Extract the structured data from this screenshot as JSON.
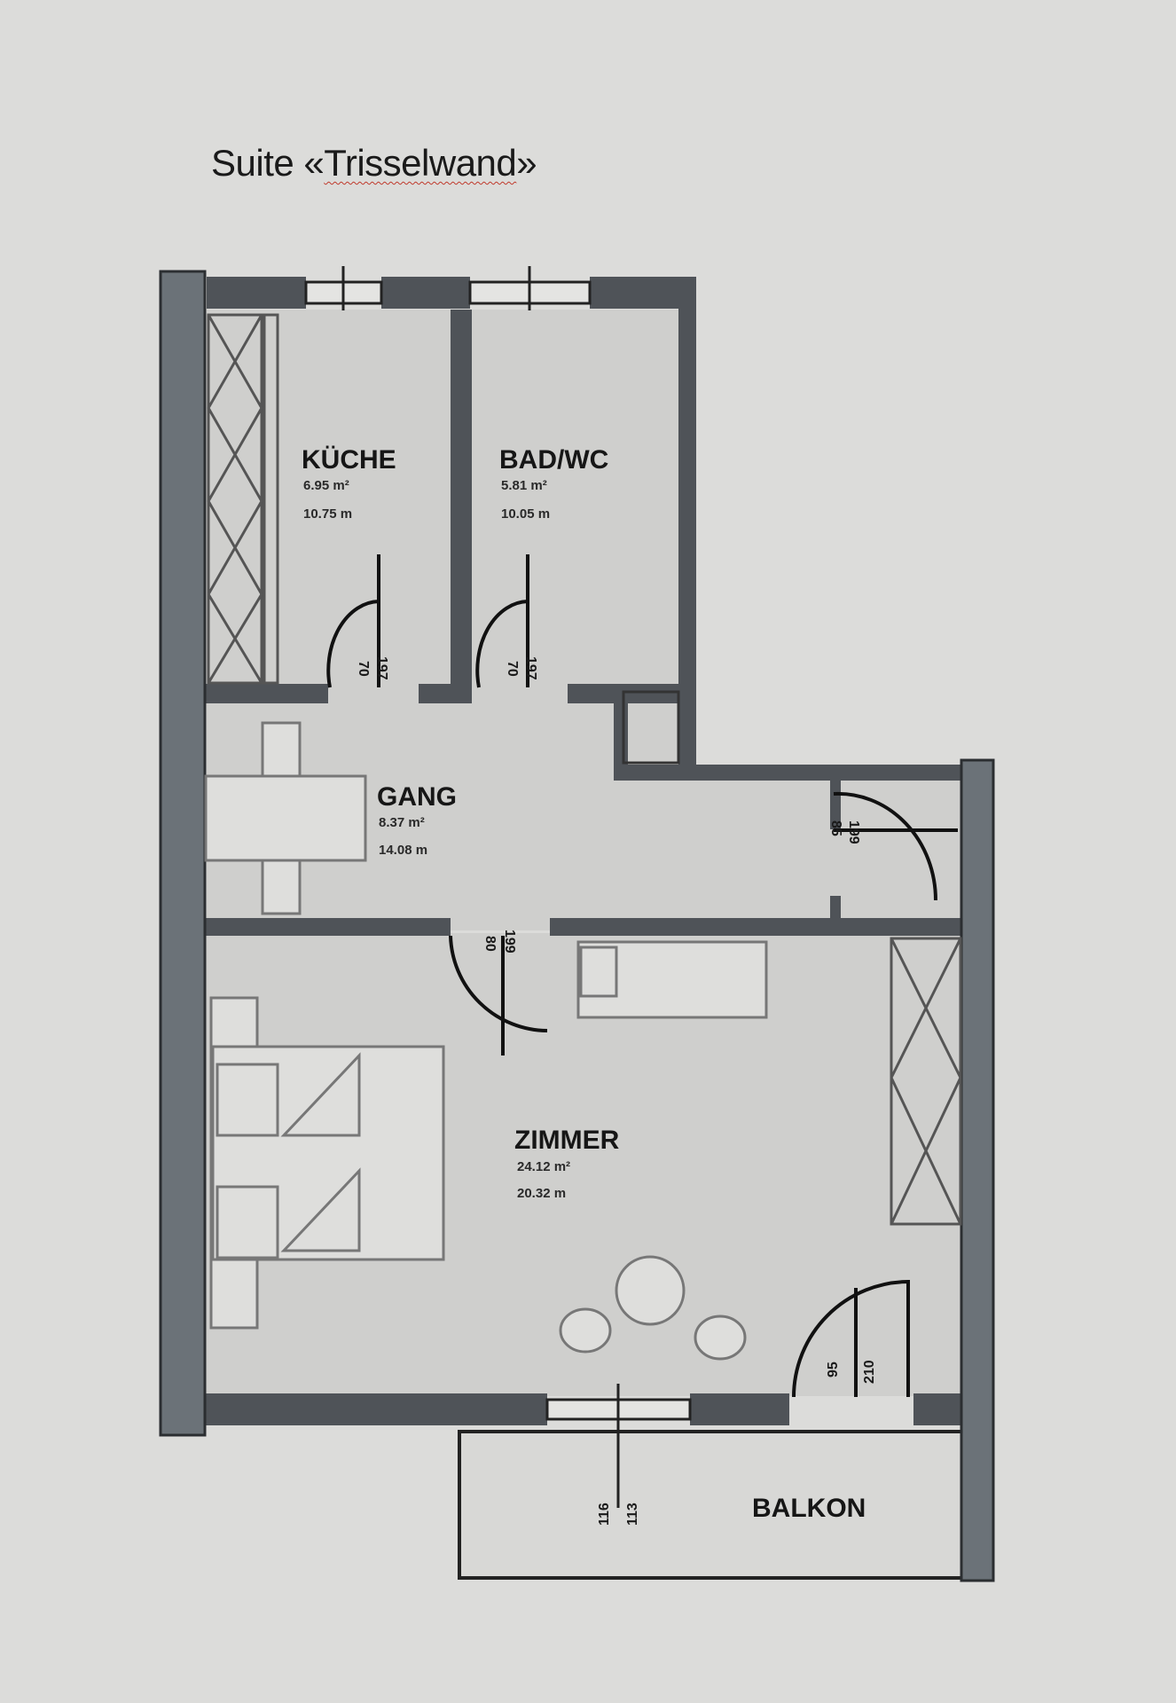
{
  "title": {
    "prefix": "Suite «",
    "name": "Trisselwand",
    "suffix": "»"
  },
  "rooms": [
    {
      "name": "KÜCHE",
      "area": "6.95 m²",
      "perimeter": "10.75 m"
    },
    {
      "name": "BAD/WC",
      "area": "5.81 m²",
      "perimeter": "10.05 m"
    },
    {
      "name": "GANG",
      "area": "8.37 m²",
      "perimeter": "14.08 m"
    },
    {
      "name": "ZIMMER",
      "area": "24.12 m²",
      "perimeter": "20.32 m"
    },
    {
      "name": "BALKON"
    }
  ],
  "doors": [
    {
      "width": "70",
      "height": "197"
    },
    {
      "width": "70",
      "height": "197"
    },
    {
      "width": "85",
      "height": "199"
    },
    {
      "width": "80",
      "height": "199"
    },
    {
      "width": "95",
      "height": "210"
    }
  ],
  "window_balcony": {
    "width": "116",
    "height": "113"
  },
  "colors": {
    "wall": "#4f5358",
    "outer_wall": "#6b7278",
    "floor": "#cfcfcd",
    "paper": "#dcdcda"
  }
}
